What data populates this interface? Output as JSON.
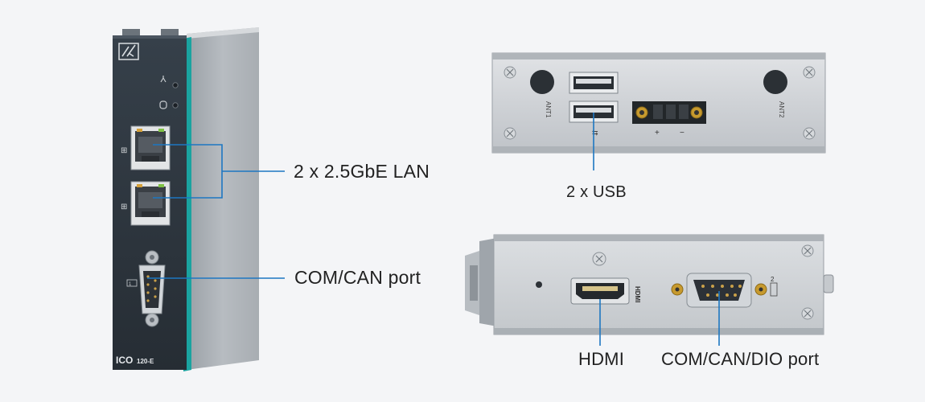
{
  "product": {
    "model_prefix": "ICO",
    "model_suffix": "120-E"
  },
  "callouts": {
    "lan": "2 x 2.5GbE LAN",
    "com_can": "COM/CAN port",
    "usb": "2 x USB",
    "hdmi": "HDMI",
    "com_can_dio": "COM/CAN/DIO port"
  },
  "port_labels": {
    "ant1": "ANT1",
    "ant2": "ANT2",
    "hdmi_silk": "HDMI",
    "plus": "+",
    "minus": "−",
    "com_num": "2",
    "com_num_front": "1"
  },
  "colors": {
    "accent_teal": "#1aa3a0",
    "callout_line": "#1d77c2",
    "chassis": "#c9ccd0",
    "front_panel": "#2f3740",
    "background": "#f4f5f7"
  }
}
